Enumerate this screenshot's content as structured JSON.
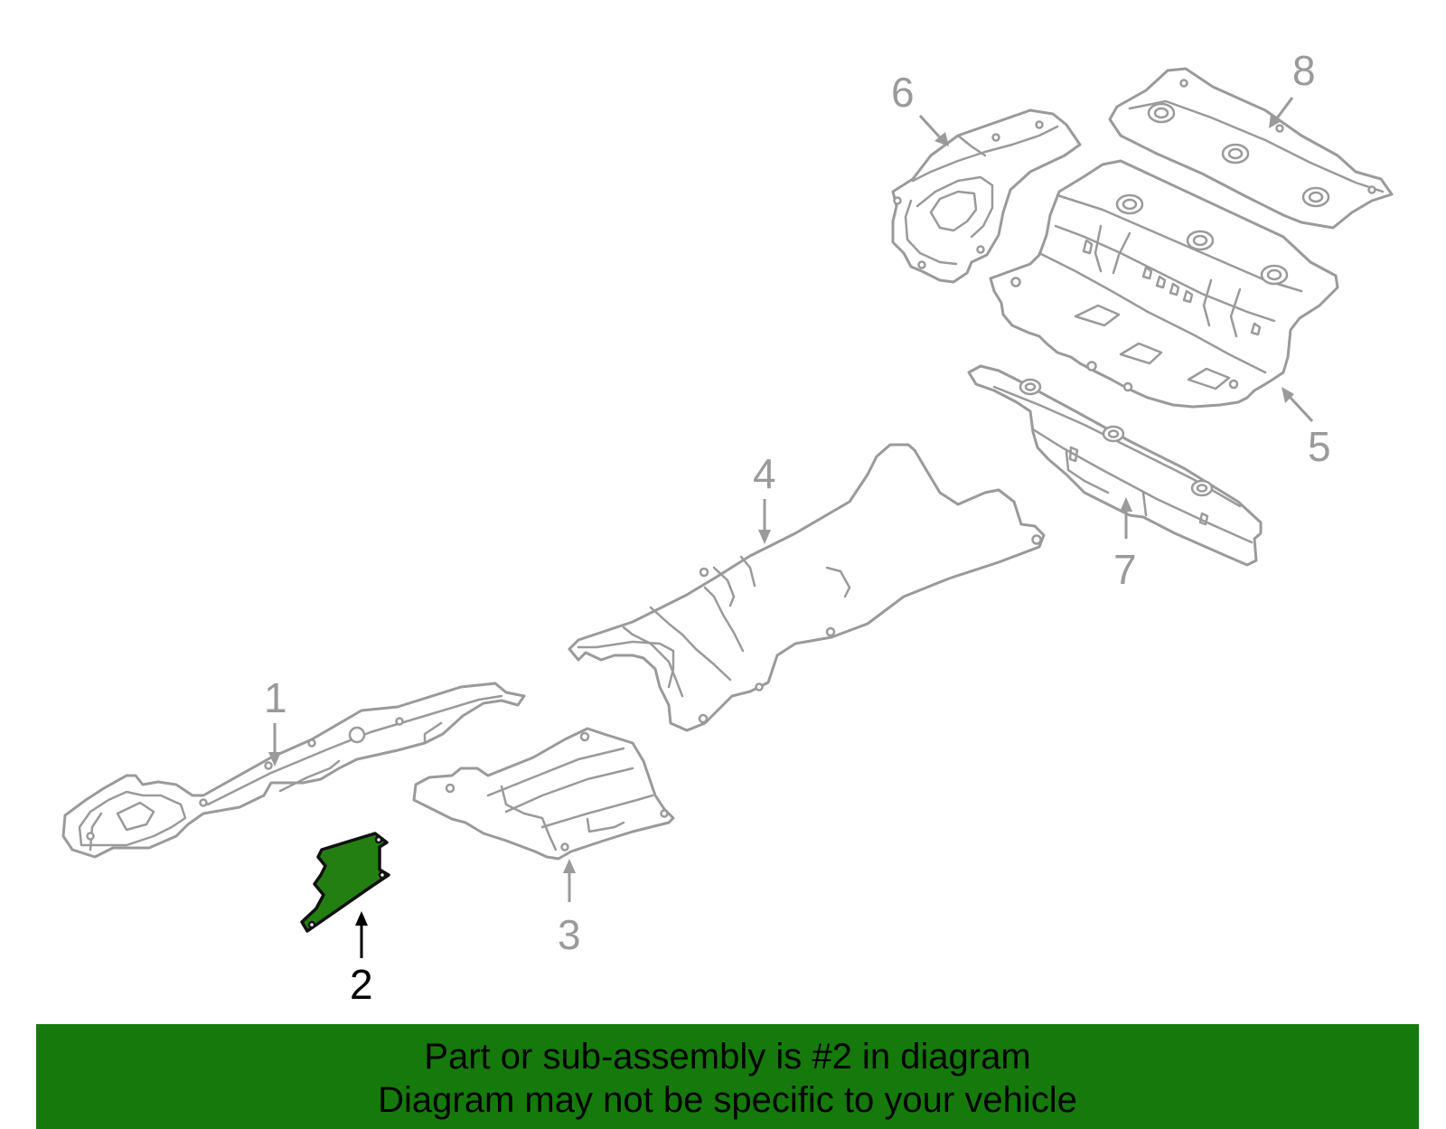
{
  "diagram": {
    "callouts": [
      {
        "id": "1",
        "label": "1",
        "highlighted": false
      },
      {
        "id": "2",
        "label": "2",
        "highlighted": true
      },
      {
        "id": "3",
        "label": "3",
        "highlighted": false
      },
      {
        "id": "4",
        "label": "4",
        "highlighted": false
      },
      {
        "id": "5",
        "label": "5",
        "highlighted": false
      },
      {
        "id": "6",
        "label": "6",
        "highlighted": false
      },
      {
        "id": "7",
        "label": "7",
        "highlighted": false
      },
      {
        "id": "8",
        "label": "8",
        "highlighted": false
      }
    ],
    "colors": {
      "outline": "#9a9a9a",
      "highlight_fill": "#247f12",
      "banner_background": "#157a0b",
      "banner_text": "#000000"
    }
  },
  "banner": {
    "line1": "Part or sub-assembly is #2 in diagram",
    "line2": "Diagram may not be specific to your vehicle"
  }
}
